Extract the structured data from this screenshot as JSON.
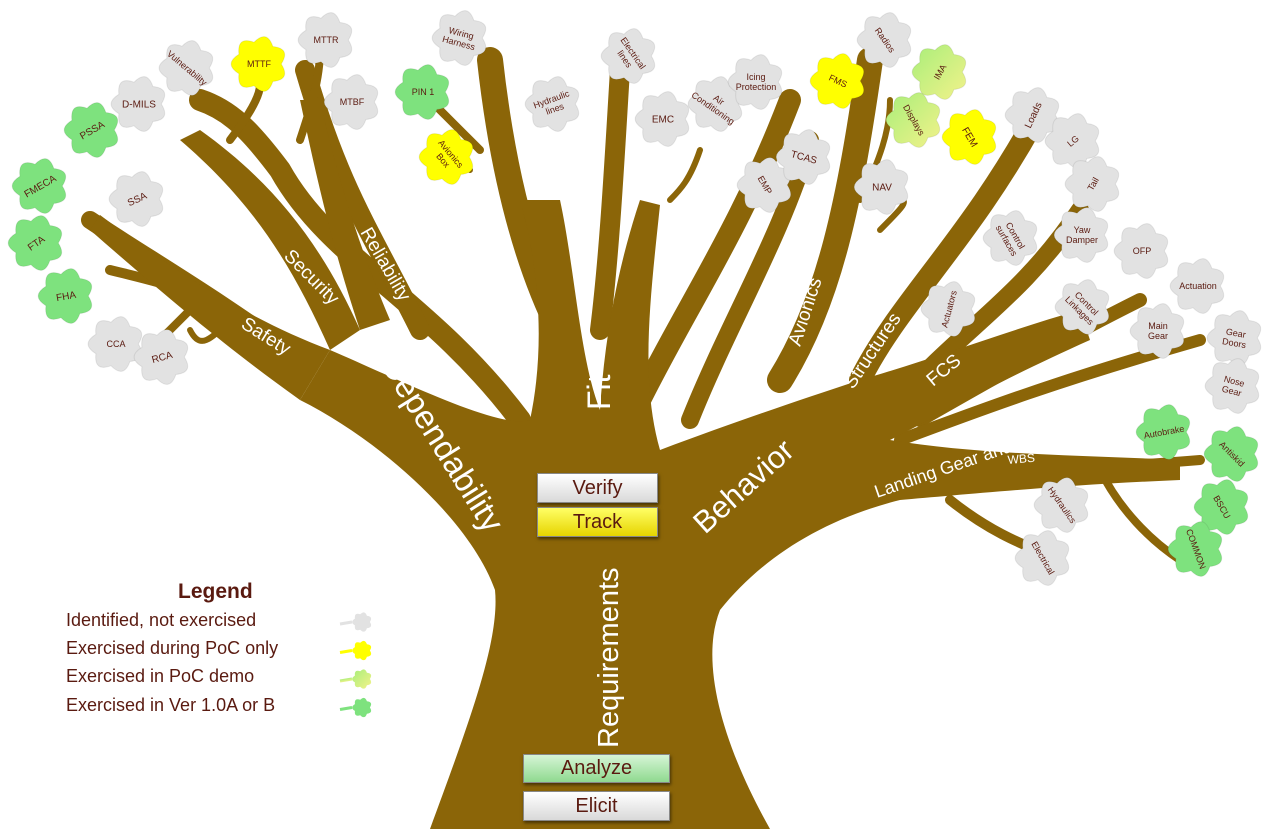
{
  "branches": {
    "dependability": "Dependability",
    "fit": "Fit",
    "behavior": "Behavior",
    "requirements": "Requirements",
    "safety": "Safety",
    "security": "Security",
    "reliability": "Reliability",
    "avionics": "Avionics",
    "structures": "Structures",
    "fcs": "FCS",
    "landing_gear": "Landing Gear and Brakes",
    "wbs": "WBS"
  },
  "buttons": {
    "verify": "Verify",
    "track": "Track",
    "analyze": "Analyze",
    "elicit": "Elicit"
  },
  "leaves": [
    {
      "label": "Vulnerability",
      "status": "identified"
    },
    {
      "label": "MTTF",
      "status": "poc_only"
    },
    {
      "label": "MTTR",
      "status": "identified"
    },
    {
      "label": "MTBF",
      "status": "identified"
    },
    {
      "label": "D-MILS",
      "status": "identified"
    },
    {
      "label": "PSSA",
      "status": "ver_1_0"
    },
    {
      "label": "FMECA",
      "status": "ver_1_0"
    },
    {
      "label": "SSA",
      "status": "identified"
    },
    {
      "label": "FTA",
      "status": "ver_1_0"
    },
    {
      "label": "FHA",
      "status": "ver_1_0"
    },
    {
      "label": "CCA",
      "status": "identified"
    },
    {
      "label": "RCA",
      "status": "identified"
    },
    {
      "label": "Wiring Harness",
      "status": "identified"
    },
    {
      "label": "PIN 1",
      "status": "ver_1_0"
    },
    {
      "label": "Avionics Box",
      "status": "poc_only"
    },
    {
      "label": "Hydraulic lines",
      "status": "identified"
    },
    {
      "label": "Electrical lines",
      "status": "identified"
    },
    {
      "label": "EMC",
      "status": "identified"
    },
    {
      "label": "Air Conditioning",
      "status": "identified"
    },
    {
      "label": "Icing Protection",
      "status": "identified"
    },
    {
      "label": "EMP",
      "status": "identified"
    },
    {
      "label": "TCAS",
      "status": "identified"
    },
    {
      "label": "Radios",
      "status": "identified"
    },
    {
      "label": "FMS",
      "status": "poc_only"
    },
    {
      "label": "IMA",
      "status": "poc_demo"
    },
    {
      "label": "Displays",
      "status": "poc_demo"
    },
    {
      "label": "FEM",
      "status": "poc_only"
    },
    {
      "label": "NAV",
      "status": "identified"
    },
    {
      "label": "Loads",
      "status": "identified"
    },
    {
      "label": "LG",
      "status": "identified"
    },
    {
      "label": "Tail",
      "status": "identified"
    },
    {
      "label": "Control surfaces",
      "status": "identified"
    },
    {
      "label": "Yaw Damper",
      "status": "identified"
    },
    {
      "label": "OFP",
      "status": "identified"
    },
    {
      "label": "Actuators",
      "status": "identified"
    },
    {
      "label": "Control Linkages",
      "status": "identified"
    },
    {
      "label": "Actuation",
      "status": "identified"
    },
    {
      "label": "Main Gear",
      "status": "identified"
    },
    {
      "label": "Gear Doors",
      "status": "identified"
    },
    {
      "label": "Nose Gear",
      "status": "identified"
    },
    {
      "label": "Autobrake",
      "status": "ver_1_0"
    },
    {
      "label": "Antiskid",
      "status": "ver_1_0"
    },
    {
      "label": "BSCU",
      "status": "ver_1_0"
    },
    {
      "label": "COMMON",
      "status": "ver_1_0"
    },
    {
      "label": "Hydraulics",
      "status": "identified"
    },
    {
      "label": "Electrical",
      "status": "identified"
    }
  ],
  "legend": {
    "title": "Legend",
    "items": [
      {
        "label": "Identified, not exercised",
        "status": "identified"
      },
      {
        "label": "Exercised during PoC only",
        "status": "poc_only"
      },
      {
        "label": "Exercised in PoC demo",
        "status": "poc_demo"
      },
      {
        "label": "Exercised in Ver 1.0A or B",
        "status": "ver_1_0"
      }
    ]
  },
  "colors": {
    "trunk": "#8b6508",
    "identified": "#e2e2e2",
    "poc_only": "#ffff00",
    "poc_demo_a": "#a8ee7a",
    "poc_demo_b": "#f2f28a",
    "ver_1_0": "#7ee27e",
    "leaf_text": "#5a1a10"
  }
}
